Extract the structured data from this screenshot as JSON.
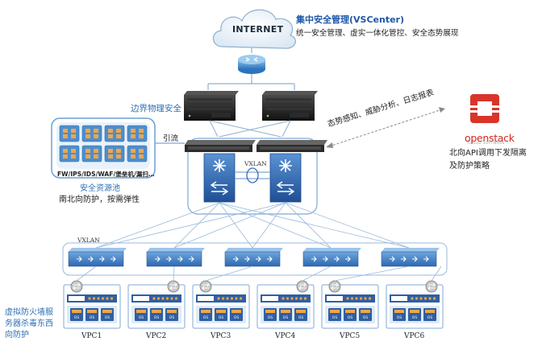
{
  "internet": "INTERNET",
  "center": {
    "title": "集中安全管理(VSCenter)",
    "subtitle": "统一安全管理、虚实一体化管控、安全态势展现"
  },
  "border_security": "边界物理安全",
  "divert": "引流",
  "pool": {
    "functions": "FW/IPS/IDS/WAF/堡垒机/漏扫…",
    "title": "安全资源池",
    "desc": "南北向防护，按需弹性"
  },
  "vxlan_core": "VXLAN",
  "vxlan_access": "VXLAN",
  "awareness": "态势感知、威胁分析、日志报表",
  "openstack": {
    "name": "openstack",
    "tagline": "CLOUD SOFTWARE",
    "api_line1": "北向API调用下发隔离",
    "api_line2": "及防护策略"
  },
  "virtual_fw": "虚拟防火墙服务器杀毒东西向防护",
  "vpcs": [
    "VPC1",
    "VPC2",
    "VPC3",
    "VPC4",
    "VPC5",
    "VPC6"
  ],
  "vm_tag": "OS",
  "colors": {
    "accent_blue": "#2f6fb5",
    "title_blue": "#1f57a8",
    "pool_box": "#4b8fcf",
    "openstack_red": "#cc2a1e",
    "orange": "#f0a64a"
  }
}
